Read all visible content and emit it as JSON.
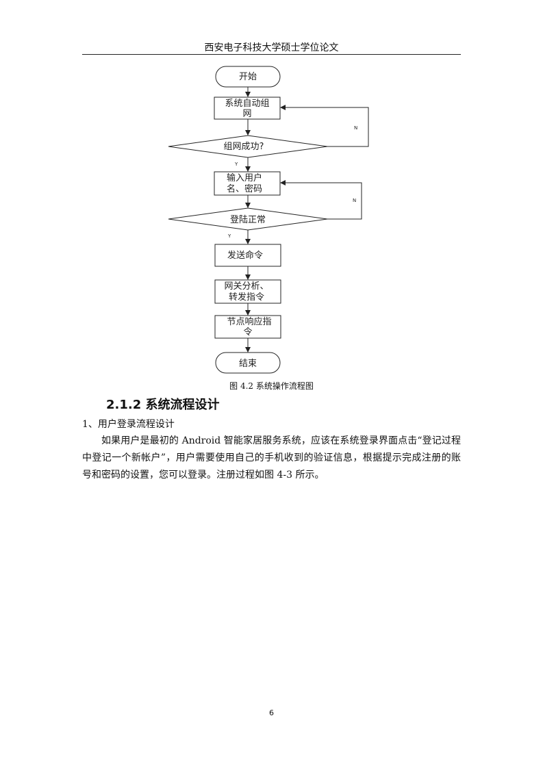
{
  "header": {
    "title": "西安电子科技大学硕士学位论文"
  },
  "flowchart": {
    "start": "开始",
    "step_network": [
      "系统自动组",
      "网"
    ],
    "decision_network": "组网成功?",
    "step_login": [
      "输入用户",
      "名、密码"
    ],
    "decision_login": "登陆正常",
    "step_send": "发送命令",
    "step_gateway": [
      "网关分析、",
      "转发指令"
    ],
    "step_node": [
      "节点响应指",
      "令"
    ],
    "end": "结束",
    "label_no": "N",
    "label_yes": "Y"
  },
  "caption": "图 4.2 系统操作流程图",
  "section": {
    "heading": "2.1.2 系统流程设计",
    "subheading": "1、用户登录流程设计",
    "paragraph": "如果用户是最初的 Android 智能家居服务系统，应该在系统登录界面点击“登记过程中登记一个新帐户”，用户需要使用自己的手机收到的验证信息，根据提示完成注册的账号和密码的设置，您可以登录。注册过程如图 4-3 所示。"
  },
  "page_number": "6"
}
